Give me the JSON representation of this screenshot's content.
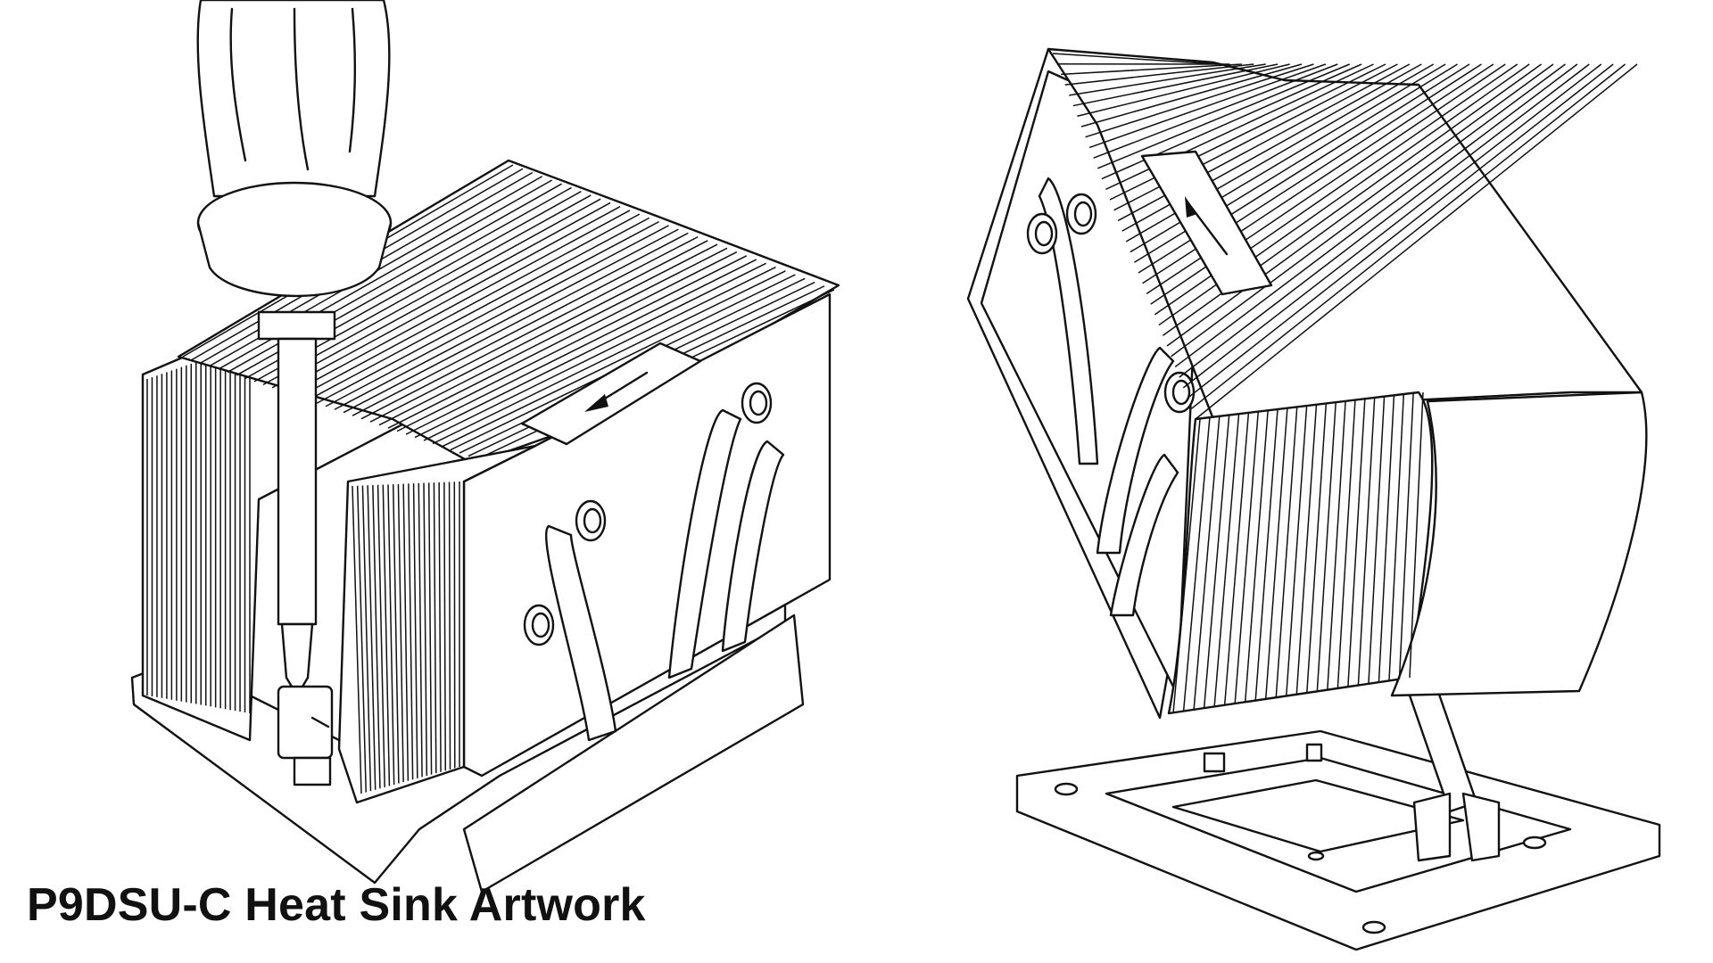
{
  "caption": "P9DSU-C Heat Sink Artwork",
  "colors": {
    "ink": "#111111",
    "background": "#ffffff"
  },
  "illustrations": [
    {
      "name": "heatsink-install-with-screwdriver",
      "icons": [
        "screwdriver-icon",
        "heatsink-icon",
        "direction-arrow-icon"
      ]
    },
    {
      "name": "heatsink-over-cpu-socket",
      "icons": [
        "heatsink-icon",
        "cpu-socket-icon",
        "direction-arrow-icon"
      ]
    }
  ]
}
